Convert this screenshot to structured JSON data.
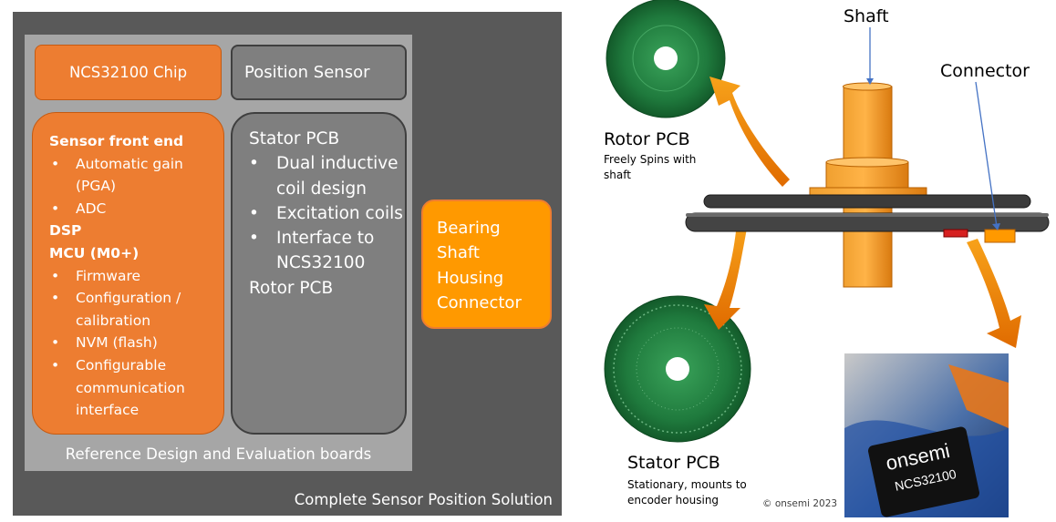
{
  "left_diagram": {
    "outer_label": "Complete Sensor Position Solution",
    "inner_label": "Reference Design and Evaluation boards",
    "chip_box": "NCS32100 Chip",
    "position_sensor_box": "Position Sensor",
    "front_end": {
      "heading1": "Sensor front end",
      "items1": [
        "Automatic gain (PGA)",
        "ADC"
      ],
      "heading2": "DSP",
      "heading3": "MCU (M0+)",
      "items3": [
        "Firmware",
        "Configuration / calibration",
        "NVM (flash)",
        "Configurable communication interface"
      ]
    },
    "stator_box": {
      "heading": "Stator PCB",
      "items": [
        "Dual inductive coil design",
        "Excitation coils",
        "Interface to NCS32100"
      ],
      "footer": "Rotor PCB"
    },
    "bearing_box": [
      "Bearing",
      "Shaft",
      "Housing",
      "Connector"
    ]
  },
  "right_panel": {
    "shaft_label": "Shaft",
    "connector_label": "Connector",
    "rotor_label": "Rotor PCB",
    "rotor_sub": "Freely Spins with shaft",
    "stator_label": "Stator PCB",
    "stator_sub": "Stationary, mounts to encoder housing",
    "copyright": "© onsemi 2023",
    "chip_brand": "onsemi",
    "chip_part": "NCS32100"
  },
  "colors": {
    "dark_gray": "#595959",
    "light_gray": "#a6a6a6",
    "box_orange": "#ed7d31",
    "bearing_orange": "#ff9900",
    "pcb_green": "#1e7a3c"
  }
}
